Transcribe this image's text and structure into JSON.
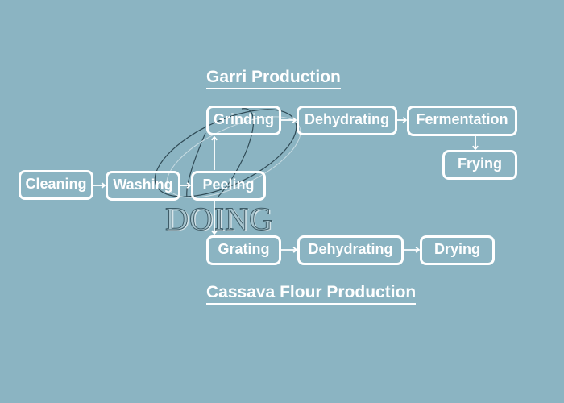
{
  "garri": {
    "title": "Garri Production",
    "steps": [
      "Grinding",
      "Dehydrating",
      "Fermentation",
      "Frying"
    ]
  },
  "common": {
    "steps": [
      "Cleaning",
      "Washing",
      "Peeling"
    ]
  },
  "flour": {
    "title": "Cassava Flour Production",
    "steps": [
      "Grating",
      "Dehydrating",
      "Drying"
    ]
  },
  "watermark": {
    "text": "DOING"
  },
  "colors": {
    "background": "#8bb4c2",
    "stroke": "#ffffff"
  }
}
